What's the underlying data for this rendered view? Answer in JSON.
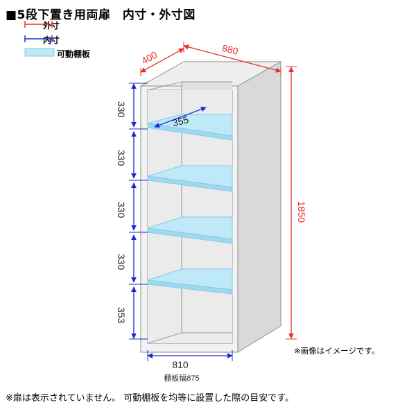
{
  "header": {
    "title": "■5段下置き用両扉　内寸・外寸図"
  },
  "legend": {
    "outer": "外寸",
    "inner": "内寸",
    "shelf": "可動棚板"
  },
  "dimensions": {
    "outer_depth": "400",
    "outer_width": "880",
    "outer_height": "1850",
    "inner_depth": "355",
    "inner_width": "810",
    "shelf_width": "棚板幅875",
    "inner_heights": [
      "330",
      "330",
      "330",
      "330",
      "353"
    ]
  },
  "notes": {
    "image_note": "※画像はイメージです。",
    "footer": "※扉は表示されていません。 可動棚板を均等に設置した際の目安です。"
  },
  "colors": {
    "outer": "#e8302a",
    "inner": "#1a2bd6",
    "shelf": "#bfe8f8",
    "shelf_edge": "#7fcbe6",
    "cabinet_front": "#f2f2f2",
    "cabinet_side": "#d9d9d9",
    "cabinet_interior": "#ebebeb"
  }
}
